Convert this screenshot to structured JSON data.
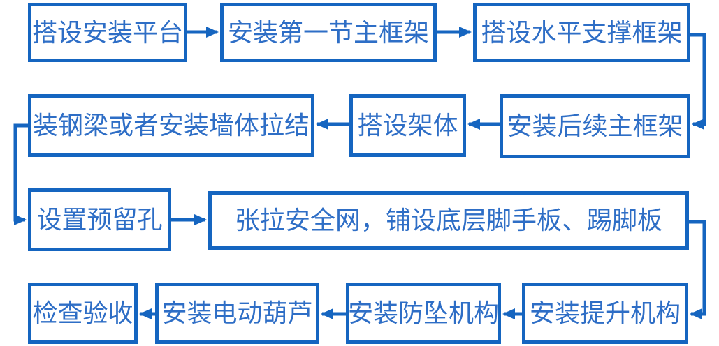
{
  "diagram": {
    "title": "attached-lifting-scaffold-installation-flowchart",
    "colors": {
      "box_border": "#1565c0",
      "text": "#2e6ec6",
      "arrow": "#1565c0",
      "background": "#ffffff"
    },
    "nodes": [
      {
        "id": "setup-installation-platform",
        "label": "搭设安装平台"
      },
      {
        "id": "install-first-main-frame",
        "label": "安装第一节主框架"
      },
      {
        "id": "setup-horizontal-support-frame",
        "label": "搭设水平支撑框架"
      },
      {
        "id": "install-steel-beam-or-wall-ties",
        "label": "装钢梁或者安装墙体拉结"
      },
      {
        "id": "setup-frame-body",
        "label": "搭设架体"
      },
      {
        "id": "install-subsequent-main-frames",
        "label": "安装后续主框架"
      },
      {
        "id": "set-reserved-holes",
        "label": "设置预留孔"
      },
      {
        "id": "tension-safety-net-lay-boards",
        "label": "张拉安全网，铺设底层脚手板、踢脚板"
      },
      {
        "id": "inspection-and-acceptance",
        "label": "检查验收"
      },
      {
        "id": "install-electric-hoist",
        "label": "安装电动葫芦"
      },
      {
        "id": "install-anti-fall-mechanism",
        "label": "安装防坠机构"
      },
      {
        "id": "install-lifting-mechanism",
        "label": "安装提升机构"
      }
    ],
    "edges": [
      {
        "from": "setup-installation-platform",
        "to": "install-first-main-frame"
      },
      {
        "from": "install-first-main-frame",
        "to": "setup-horizontal-support-frame"
      },
      {
        "from": "setup-horizontal-support-frame",
        "to": "install-subsequent-main-frames"
      },
      {
        "from": "install-subsequent-main-frames",
        "to": "setup-frame-body"
      },
      {
        "from": "setup-frame-body",
        "to": "install-steel-beam-or-wall-ties"
      },
      {
        "from": "install-steel-beam-or-wall-ties",
        "to": "set-reserved-holes"
      },
      {
        "from": "set-reserved-holes",
        "to": "tension-safety-net-lay-boards"
      },
      {
        "from": "tension-safety-net-lay-boards",
        "to": "install-lifting-mechanism"
      },
      {
        "from": "install-lifting-mechanism",
        "to": "install-anti-fall-mechanism"
      },
      {
        "from": "install-anti-fall-mechanism",
        "to": "install-electric-hoist"
      },
      {
        "from": "install-electric-hoist",
        "to": "inspection-and-acceptance"
      }
    ]
  }
}
